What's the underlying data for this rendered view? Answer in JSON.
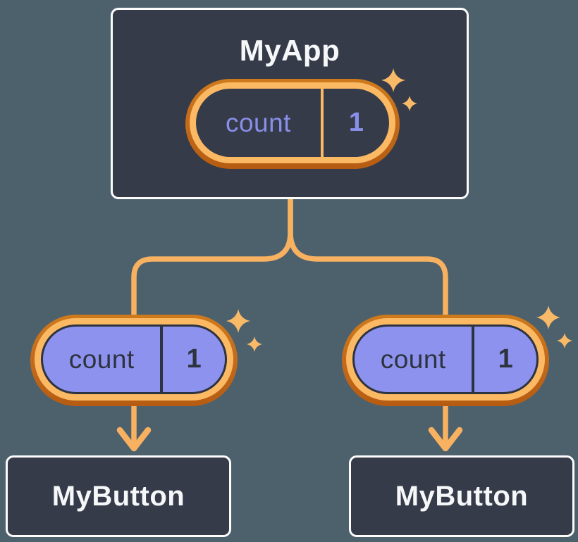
{
  "diagram": {
    "description": "React component tree showing state passed down as props",
    "background_color": "#4D616D",
    "colors": {
      "card_bg": "#353B48",
      "card_border": "#FCFCFC",
      "connector_line": "#F7B160",
      "ring_light_orange": "#FBB964",
      "ring_dark_orange": "#C2691B",
      "sparkle": "#F9BA68",
      "prop_pill_fill": "#8C92ED",
      "state_text_purple": "#888FE8",
      "dark_slate_text": "#2E3340",
      "title_text": "#F6F7F9"
    },
    "root": {
      "title": "MyApp",
      "state": {
        "label": "count",
        "value": "1"
      }
    },
    "children": [
      {
        "title": "MyButton",
        "prop": {
          "label": "count",
          "value": "1"
        }
      },
      {
        "title": "MyButton",
        "prop": {
          "label": "count",
          "value": "1"
        }
      }
    ]
  }
}
